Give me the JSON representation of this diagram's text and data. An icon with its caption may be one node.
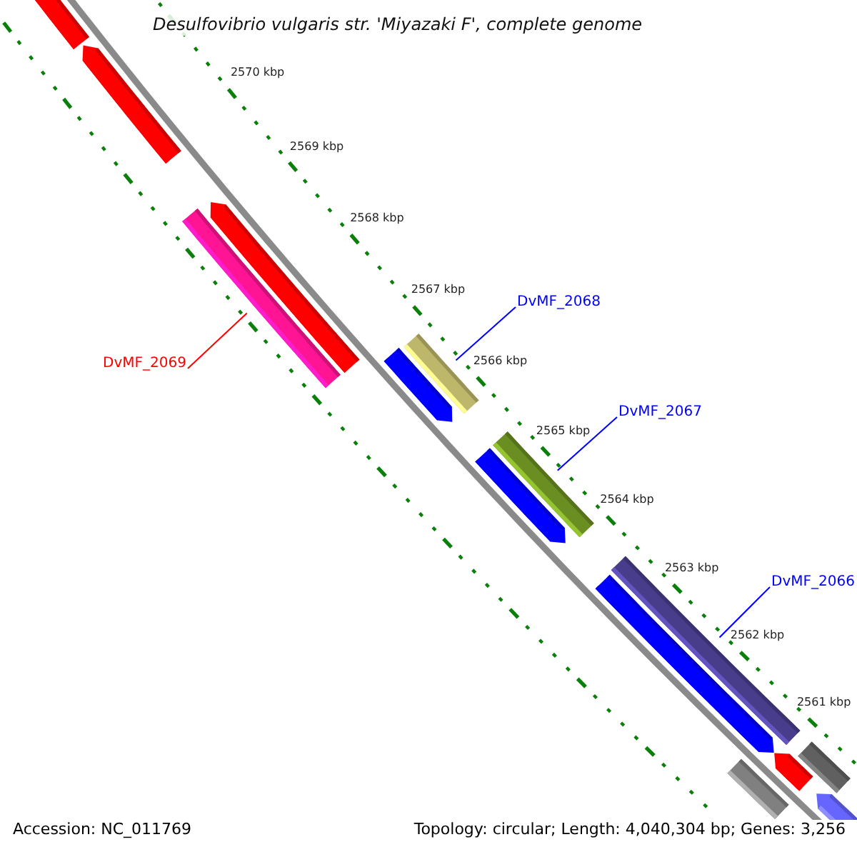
{
  "diagram": {
    "title": "Desulfovibrio vulgaris str. 'Miyazaki F', complete genome",
    "nodes": [
      {
        "text": [],
        "shape": "arrow"
      },
      {
        "text": [],
        "shape": "arrow"
      },
      {
        "text": [],
        "shape": "arrow"
      },
      {
        "text": [],
        "shape": "bar"
      },
      {
        "text": [
          "DvMF_2069"
        ]
      },
      {
        "text": [
          "DvMF_2068"
        ]
      },
      {
        "text": [],
        "shape": "bar"
      },
      {
        "text": [],
        "shape": "arrow"
      },
      {
        "text": [
          "DvMF_2067"
        ]
      },
      {
        "text": [],
        "shape": "bar"
      },
      {
        "text": [],
        "shape": "arrow"
      },
      {
        "text": [
          "DvMF_2066"
        ]
      },
      {
        "text": [],
        "shape": "bar"
      },
      {
        "text": [],
        "shape": "arrow"
      },
      {
        "text": [],
        "shape": "bar"
      },
      {
        "text": [],
        "shape": "arrow"
      },
      {
        "text": [],
        "shape": "arrow"
      },
      {
        "text": [],
        "shape": "bar"
      }
    ],
    "edges": [
      {
        "from": 4,
        "to": 3,
        "arrow": "none",
        "color": "#ff0000"
      },
      {
        "from": 5,
        "to": 6,
        "arrow": "none"
      },
      {
        "from": 8,
        "to": 9,
        "arrow": "none"
      },
      {
        "from": 11,
        "to": 12,
        "arrow": "none"
      }
    ],
    "labels": [
      "2570 kbp",
      "2569 kbp",
      "2568 kbp",
      "2567 kbp",
      "2566 kbp",
      "2565 kbp",
      "2564 kbp",
      "2563 kbp",
      "2562 kbp",
      "2561 kbp",
      "Accession: NC_011769",
      "Topology: circular; Length: 4,040,304 bp; Genes: 3,256"
    ]
  }
}
